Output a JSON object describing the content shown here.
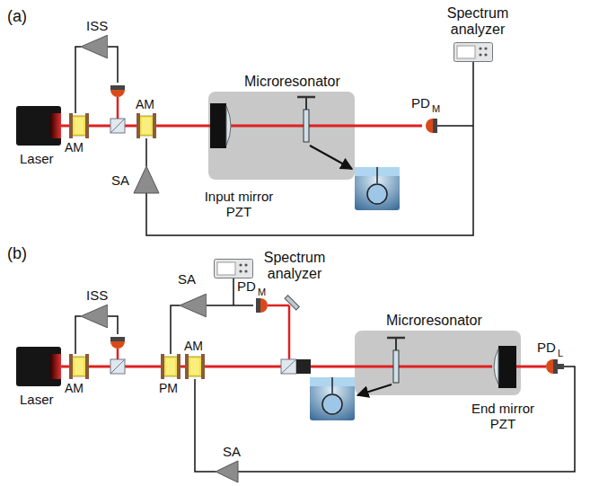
{
  "diagram": {
    "labels": [
      "(a)",
      "ISS",
      "Spectrum analyzer",
      "Microresonator",
      "AM",
      "AM",
      "Laser",
      "SA",
      "Input mirror PZT",
      "PD",
      "M",
      "(b)",
      "Spectrum analyzer",
      "ISS",
      "SA",
      "PD",
      "M",
      "Microresonator",
      "AM",
      "PM",
      "AM",
      "Laser",
      "End mirror PZT",
      "PD",
      "L",
      "SA"
    ]
  }
}
